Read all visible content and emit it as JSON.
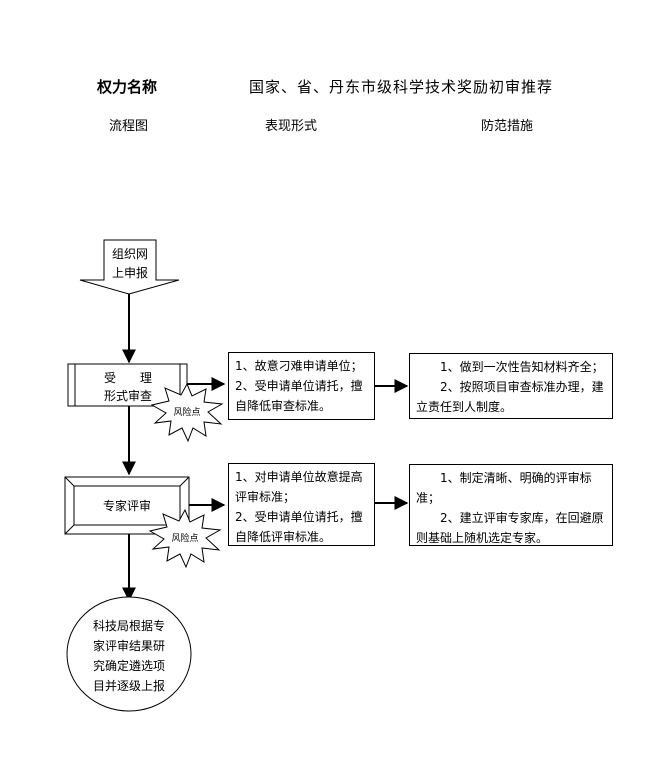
{
  "header": {
    "power_name_label": "权力名称",
    "power_name": "国家、省、丹东市级科学技术奖励初审推荐"
  },
  "columns": {
    "flow": "流程图",
    "form": "表现形式",
    "prevention": "防范措施"
  },
  "flow": {
    "start_line1": "组织网",
    "start_line2": "上申报",
    "step1_line1": "受　　理",
    "step1_line2": "形式审查",
    "step2": "专家评审",
    "end_line1": "科技局根据专",
    "end_line2": "家评审结果研",
    "end_line3": "究确定遴选项",
    "end_line4": "目并逐级上报",
    "risk_label": "风险点"
  },
  "forms": {
    "step1": [
      "1、故意刁难申请单位；",
      "2、受申请单位请托，擅自降低审查标准。"
    ],
    "step2": [
      "1、对申请单位故意提高评审标准；",
      "2、受申请单位请托，擅自降低评审标准。"
    ]
  },
  "measures": {
    "step1": [
      "1、做到一次性告知材料齐全；",
      "2、按照项目审查标准办理，建立责任到人制度。"
    ],
    "step2": [
      "1、制定清晰、明确的评审标准；",
      "2、建立评审专家库，在回避原则基础上随机选定专家。"
    ]
  }
}
